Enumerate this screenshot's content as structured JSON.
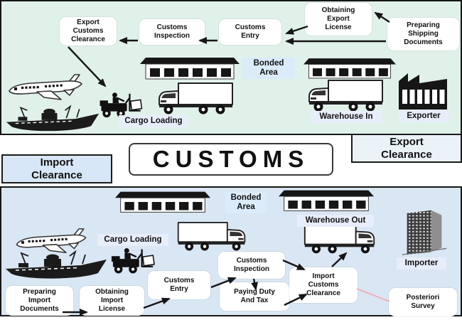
{
  "colors": {
    "export_bg": "#e0f1ea",
    "import_bg": "#d9e6f4",
    "chip_bg": "#e7edfa",
    "bonded_bg": "#dcebfa",
    "import_clearance_bg": "#d8e7f7",
    "export_clearance_bg": "#eaf2f8",
    "arrow": "#161616",
    "survey_line": "#f4aebb"
  },
  "middle": {
    "customs": "CUSTOMS",
    "export_clearance": "Export\nClearance",
    "import_clearance": "Import\nClearance"
  },
  "export_section": {
    "boxes": {
      "export_customs_clearance": "Export\nCustoms\nClearance",
      "customs_inspection": "Customs\nInspection",
      "customs_entry": "Customs\nEntry",
      "obtaining_export_license": "Obtaining\nExport\nLicense",
      "preparing_shipping_documents": "Preparing\nShipping\nDocuments"
    },
    "labels": {
      "bonded_area": "Bonded\nArea",
      "cargo_loading": "Cargo Loading",
      "warehouse_in": "Warehouse In",
      "exporter": "Exporter"
    },
    "icons": [
      "airplane-icon",
      "ship-icon",
      "forklift-icon",
      "truck-icon",
      "warehouse-icon",
      "warehouse-icon",
      "truck-icon",
      "factory-icon"
    ]
  },
  "import_section": {
    "boxes": {
      "preparing_import_documents": "Preparing\nImport\nDocuments",
      "obtaining_import_license": "Obtaining\nImport\nLicense",
      "customs_entry": "Customs\nEntry",
      "customs_inspection": "Customs\nInspection",
      "paying_duty_and_tax": "Paying Duty\nAnd Tax",
      "import_customs_clearance": "Import\nCustoms\nClearance",
      "posteriori_survey": "Posteriori\nSurvey"
    },
    "labels": {
      "bonded_area": "Bonded\nArea",
      "cargo_loading": "Cargo Loading",
      "warehouse_out": "Warehouse Out",
      "importer": "Importer"
    },
    "icons": [
      "airplane-icon",
      "ship-icon",
      "forklift-icon",
      "truck-icon",
      "truck-icon",
      "warehouse-icon",
      "warehouse-icon",
      "office-building-icon"
    ]
  }
}
